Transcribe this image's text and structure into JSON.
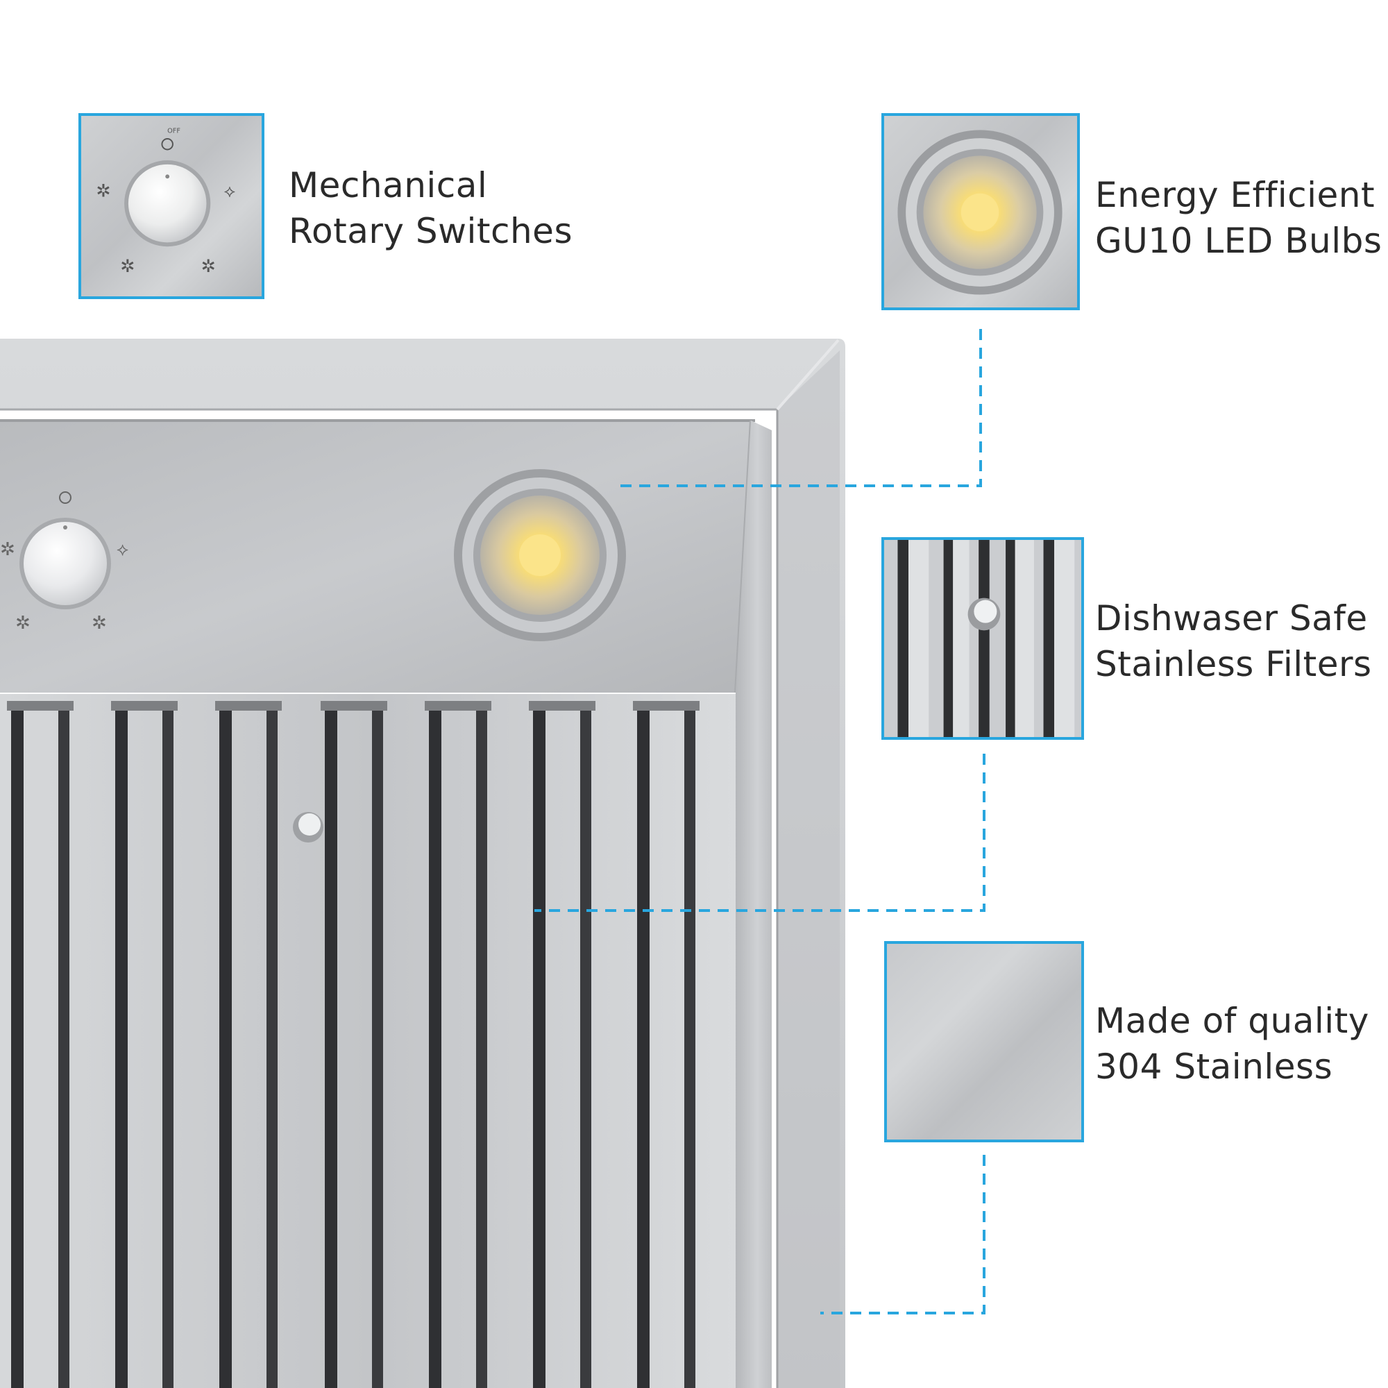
{
  "features": [
    {
      "id": "switches",
      "lines": [
        "Mechanical",
        "Rotary Switches"
      ],
      "icon": "rotary-knob-icon"
    },
    {
      "id": "bulbs",
      "lines": [
        "Energy Efficient",
        "GU10 LED Bulbs"
      ],
      "icon": "led-bulb-icon"
    },
    {
      "id": "filters",
      "lines": [
        "Dishwaser Safe",
        "Stainless Filters"
      ],
      "icon": "baffle-filter-icon"
    },
    {
      "id": "material",
      "lines": [
        "Made of quality",
        "304 Stainless"
      ],
      "icon": "stainless-swatch-icon"
    }
  ],
  "knob": {
    "off_label": "OFF"
  },
  "colors": {
    "accent": "#29a6de",
    "text": "#2a2a2a",
    "steel": "#c6c8cb"
  }
}
